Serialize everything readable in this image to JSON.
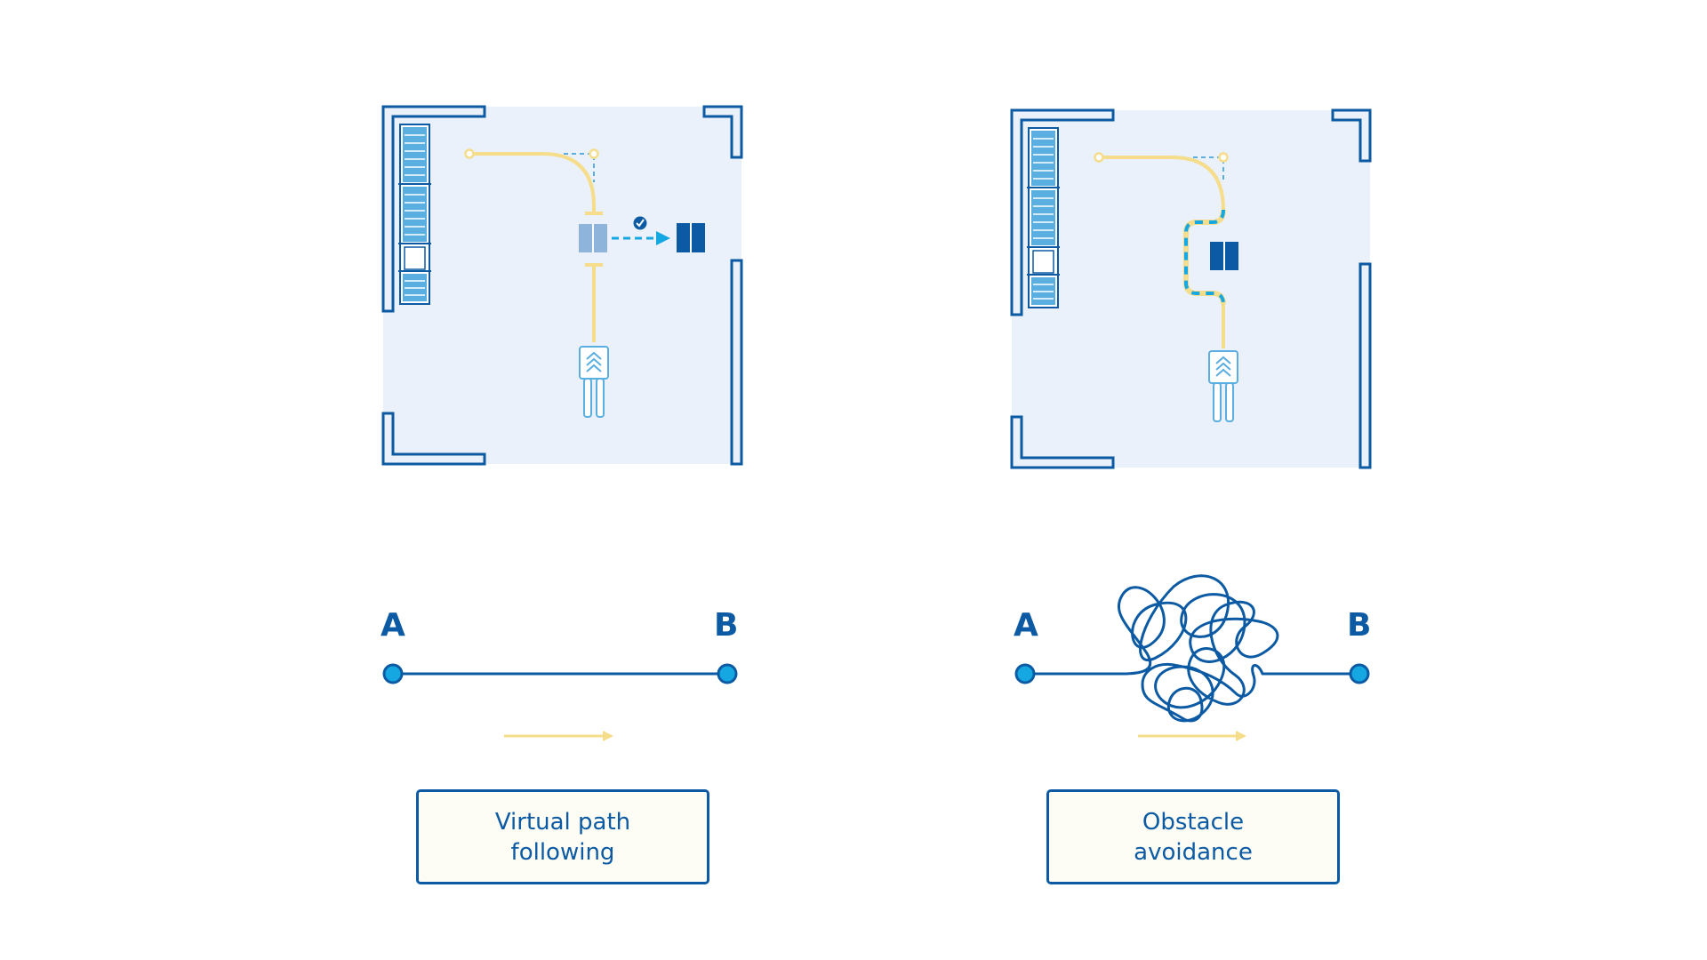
{
  "colors": {
    "wall": "#0b5aa3",
    "floor": "#eaf1fa",
    "path": "#f5dd8b",
    "accent": "#15a7e2",
    "obstacle": "#0b5aa3",
    "caption_bg": "#fdfdf5"
  },
  "panels": [
    {
      "id": "virtual-path",
      "point_a": "A",
      "point_b": "B",
      "caption_line1": "Virtual path",
      "caption_line2": "following"
    },
    {
      "id": "obstacle-avoidance",
      "point_a": "A",
      "point_b": "B",
      "caption_line1": "Obstacle",
      "caption_line2": "avoidance"
    }
  ],
  "icons": {
    "robot": "forklift-robot-icon",
    "rack": "storage-rack-icon",
    "obstacle": "obstacle-box-icon",
    "check": "checkmark-icon"
  }
}
